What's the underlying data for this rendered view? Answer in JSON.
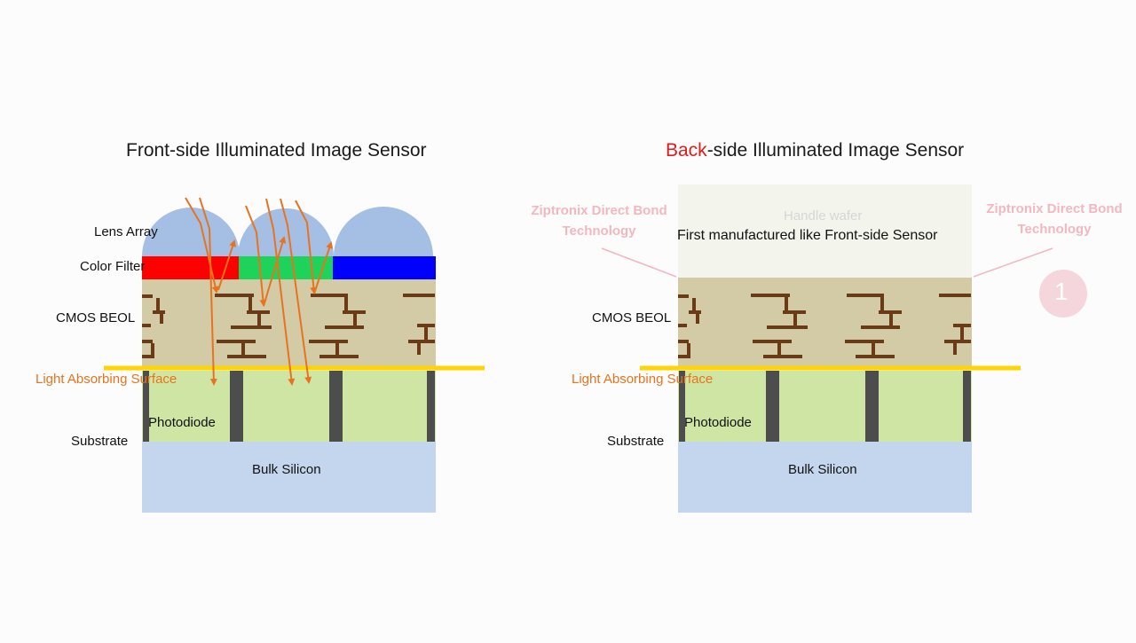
{
  "front": {
    "title": "Front-side Illuminated Image Sensor",
    "labels": {
      "lens_array": "Lens Array",
      "color_filter": "Color Filter",
      "cmos_beol": "CMOS BEOL",
      "light_absorbing_surface": "Light Absorbing Surface",
      "photodiode": "Photodiode",
      "substrate": "Substrate",
      "bulk_silicon": "Bulk Silicon"
    }
  },
  "back": {
    "title_highlight": "Back",
    "title_rest": "-side Illuminated Image Sensor",
    "labels": {
      "handle_wafer": "Handle wafer",
      "first_manufactured": "First manufactured like Front-side Sensor",
      "cmos_beol": "CMOS BEOL",
      "light_absorbing_surface": "Light Absorbing Surface",
      "photodiode": "Photodiode",
      "substrate": "Substrate",
      "bulk_silicon": "Bulk Silicon"
    },
    "bond_left": "Ziptronix Direct Bond Technology",
    "bond_right": "Ziptronix Direct Bond Technology",
    "step_badge": "1"
  },
  "colors": {
    "lens": "#a4bfe3",
    "filter_red": "#ff0000",
    "filter_green": "#1fd35a",
    "filter_blue": "#0000ff",
    "beol": "#d3cba6",
    "wiring": "#6b3a17",
    "yellow_line": "#ffd400",
    "photodiode": "#cfe5a3",
    "isolation": "#4d4d4d",
    "bulk": "#c4d6ee",
    "handle": "#f3f4ec",
    "light_rays": "#e8731f",
    "badge": "#f5d6dc"
  },
  "icons": {
    "light_rays": "arrow-ray-icon"
  }
}
